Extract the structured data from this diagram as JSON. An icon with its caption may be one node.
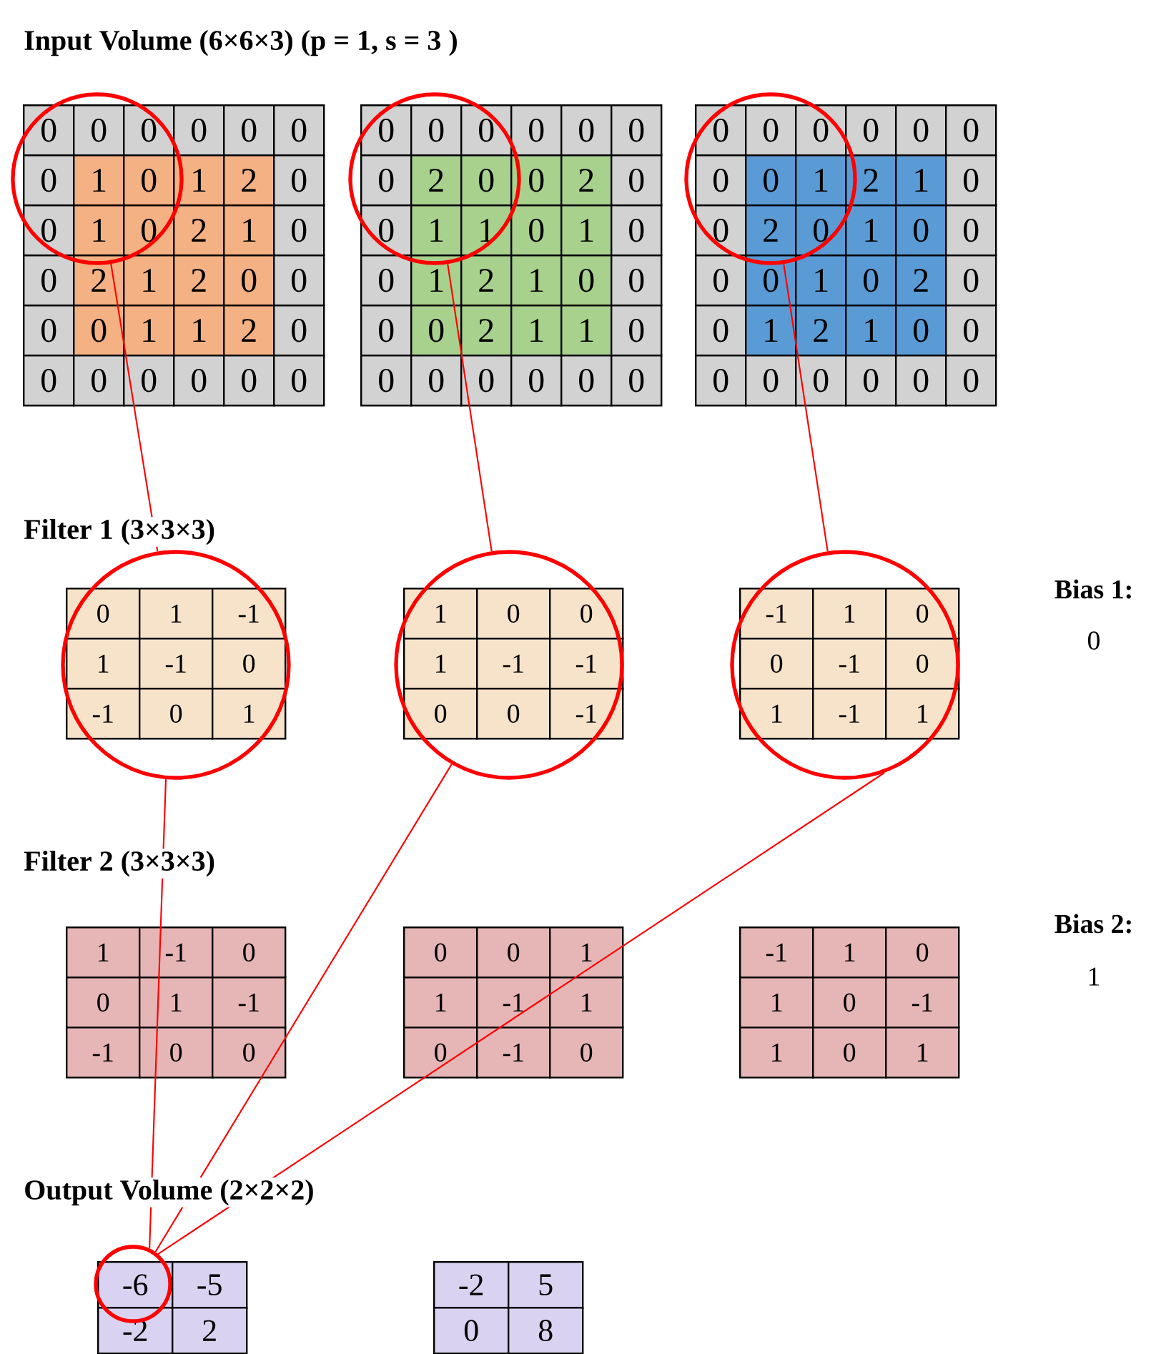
{
  "diagram": {
    "title": "Input Volume (6×6×3) (p = 1, s = 3 )",
    "nodes": [
      {
        "text": [],
        "shape": "circle"
      },
      {
        "text": [],
        "shape": "circle"
      },
      {
        "text": [],
        "shape": "circle"
      },
      {
        "text": [],
        "shape": "circle"
      },
      {
        "text": [],
        "shape": "circle"
      },
      {
        "text": [],
        "shape": "circle"
      },
      {
        "text": [],
        "shape": "circle"
      }
    ],
    "edges": [
      {
        "from": 0,
        "to": 3,
        "arrow": "none"
      },
      {
        "from": 1,
        "to": 4,
        "arrow": "none"
      },
      {
        "from": 2,
        "to": 5,
        "arrow": "none"
      },
      {
        "from": 3,
        "to": 6,
        "arrow": "none"
      },
      {
        "from": 4,
        "to": 6,
        "arrow": "none"
      },
      {
        "from": 5,
        "to": 6,
        "arrow": "none"
      }
    ],
    "labels": [
      "0",
      "0",
      "0",
      "0",
      "0",
      "0",
      "0",
      "1",
      "0",
      "1",
      "2",
      "0",
      "0",
      "1",
      "0",
      "2",
      "1",
      "0",
      "0",
      "2",
      "1",
      "2",
      "0",
      "0",
      "0",
      "0",
      "1",
      "1",
      "2",
      "0",
      "0",
      "0",
      "0",
      "0",
      "0",
      "0",
      "0",
      "0",
      "0",
      "0",
      "0",
      "0",
      "0",
      "2",
      "0",
      "0",
      "2",
      "0",
      "0",
      "1",
      "1",
      "0",
      "1",
      "0",
      "0",
      "1",
      "2",
      "1",
      "0",
      "0",
      "0",
      "0",
      "2",
      "1",
      "1",
      "0",
      "0",
      "0",
      "0",
      "0",
      "0",
      "0",
      "0",
      "0",
      "0",
      "0",
      "0",
      "0",
      "0",
      "0",
      "1",
      "2",
      "1",
      "0",
      "0",
      "2",
      "0",
      "1",
      "0",
      "0",
      "0",
      "0",
      "1",
      "0",
      "2",
      "0",
      "0",
      "1",
      "2",
      "1",
      "0",
      "0",
      "0",
      "0",
      "0",
      "0",
      "0",
      "0",
      "Filter 1 (3×3×3)",
      "0",
      "1",
      "-1",
      "1",
      "-1",
      "0",
      "-1",
      "0",
      "1",
      "1",
      "0",
      "0",
      "1",
      "-1",
      "-1",
      "0",
      "0",
      "-1",
      "-1",
      "1",
      "0",
      "0",
      "-1",
      "0",
      "1",
      "-1",
      "1",
      "Bias 1:",
      "0",
      "Filter 2 (3×3×3)",
      "1",
      "-1",
      "0",
      "0",
      "1",
      "-1",
      "-1",
      "0",
      "0",
      "0",
      "0",
      "1",
      "1",
      "-1",
      "1",
      "0",
      "-1",
      "0",
      "-1",
      "1",
      "0",
      "1",
      "0",
      "-1",
      "1",
      "0",
      "1",
      "Bias 2:",
      "1",
      "Output Volume (2×2×2)",
      "-6",
      "-5",
      "-2",
      "2",
      "-2",
      "5",
      "0",
      "8"
    ]
  }
}
